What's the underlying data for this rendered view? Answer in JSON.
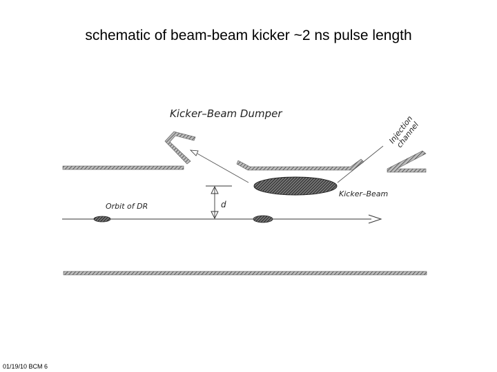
{
  "slide": {
    "title": "schematic of beam-beam kicker ~2 ns pulse length",
    "footer": "01/19/10 BCM 6"
  },
  "diagram": {
    "labels": {
      "dumper": "Kicker–Beam Dumper",
      "injection_line1": "Injection",
      "injection_line2": "channel",
      "kicker_beam": "Kicker–Beam",
      "orbit": "Orbit of DR",
      "distance": "d"
    }
  }
}
